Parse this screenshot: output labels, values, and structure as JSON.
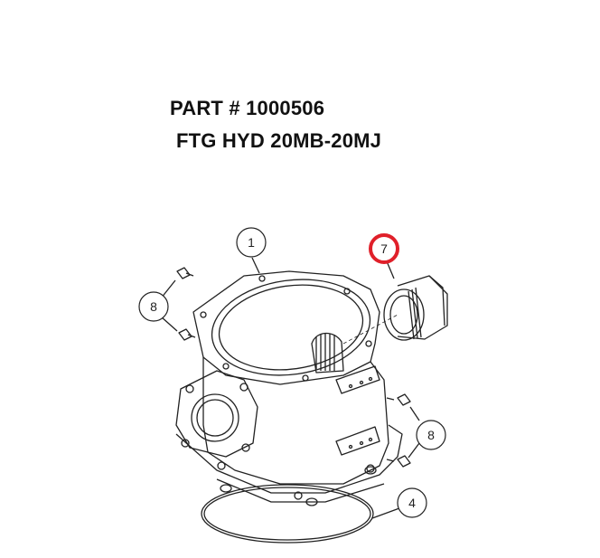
{
  "header": {
    "part_number": "PART # 1000506",
    "description": "FTG HYD 20MB-20MJ"
  },
  "balloons": [
    {
      "id": "1",
      "label": "1",
      "highlighted": false
    },
    {
      "id": "7",
      "label": "7",
      "highlighted": true,
      "highlight_color": "#e0202a"
    },
    {
      "id": "8a",
      "label": "8",
      "highlighted": false
    },
    {
      "id": "8b",
      "label": "8",
      "highlighted": false
    },
    {
      "id": "4",
      "label": "4",
      "highlighted": false
    }
  ],
  "colors": {
    "line": "#222222",
    "highlight": "#e0202a",
    "background": "#ffffff"
  }
}
